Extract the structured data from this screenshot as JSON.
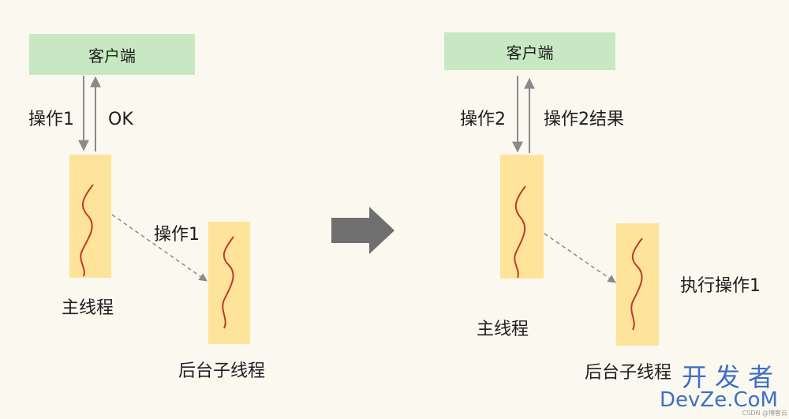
{
  "left": {
    "client": "客户端",
    "op_down": "操作1",
    "op_up": "OK",
    "dispatch_op": "操作1",
    "main_thread": "主线程",
    "bg_thread": "后台子线程"
  },
  "right": {
    "client": "客户端",
    "op_down": "操作2",
    "op_up": "操作2结果",
    "bg_exec": "执行操作1",
    "main_thread": "主线程",
    "bg_thread": "后台子线程"
  },
  "colors": {
    "client_fill": "#c8e8c3",
    "thread_fill": "#fde49a",
    "squiggle": "#c0392b",
    "arrow": "#8a8a8a",
    "big_arrow": "#6f6f6f",
    "background": "#fbf8f0"
  },
  "watermark": {
    "cn": "开发者",
    "en": "DevZe.CoM",
    "tiny": "CSDN @博客云"
  }
}
